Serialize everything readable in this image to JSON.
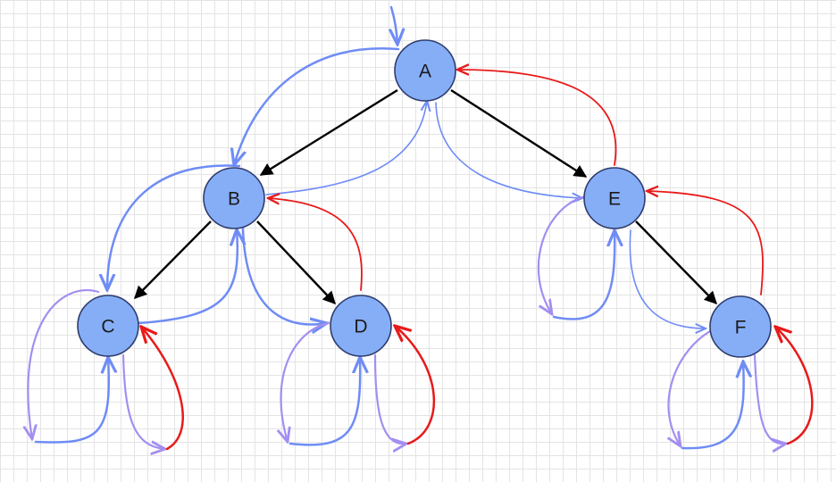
{
  "diagram": {
    "type": "binary-tree-traversal",
    "nodes": [
      {
        "id": "A",
        "label": "A"
      },
      {
        "id": "B",
        "label": "B"
      },
      {
        "id": "C",
        "label": "C"
      },
      {
        "id": "D",
        "label": "D"
      },
      {
        "id": "E",
        "label": "E"
      },
      {
        "id": "F",
        "label": "F"
      }
    ],
    "tree_edges": [
      {
        "from": "A",
        "to": "B"
      },
      {
        "from": "A",
        "to": "E"
      },
      {
        "from": "B",
        "to": "C"
      },
      {
        "from": "B",
        "to": "D"
      },
      {
        "from": "E",
        "to": "F"
      }
    ],
    "colors": {
      "node_fill": "#86aef7",
      "node_stroke": "#2f3d6e",
      "tree_edge": "#000000",
      "descend_path": "#6f8cf5",
      "return_path": "#e81a1a",
      "null_child_path": "#a48ef0"
    }
  }
}
